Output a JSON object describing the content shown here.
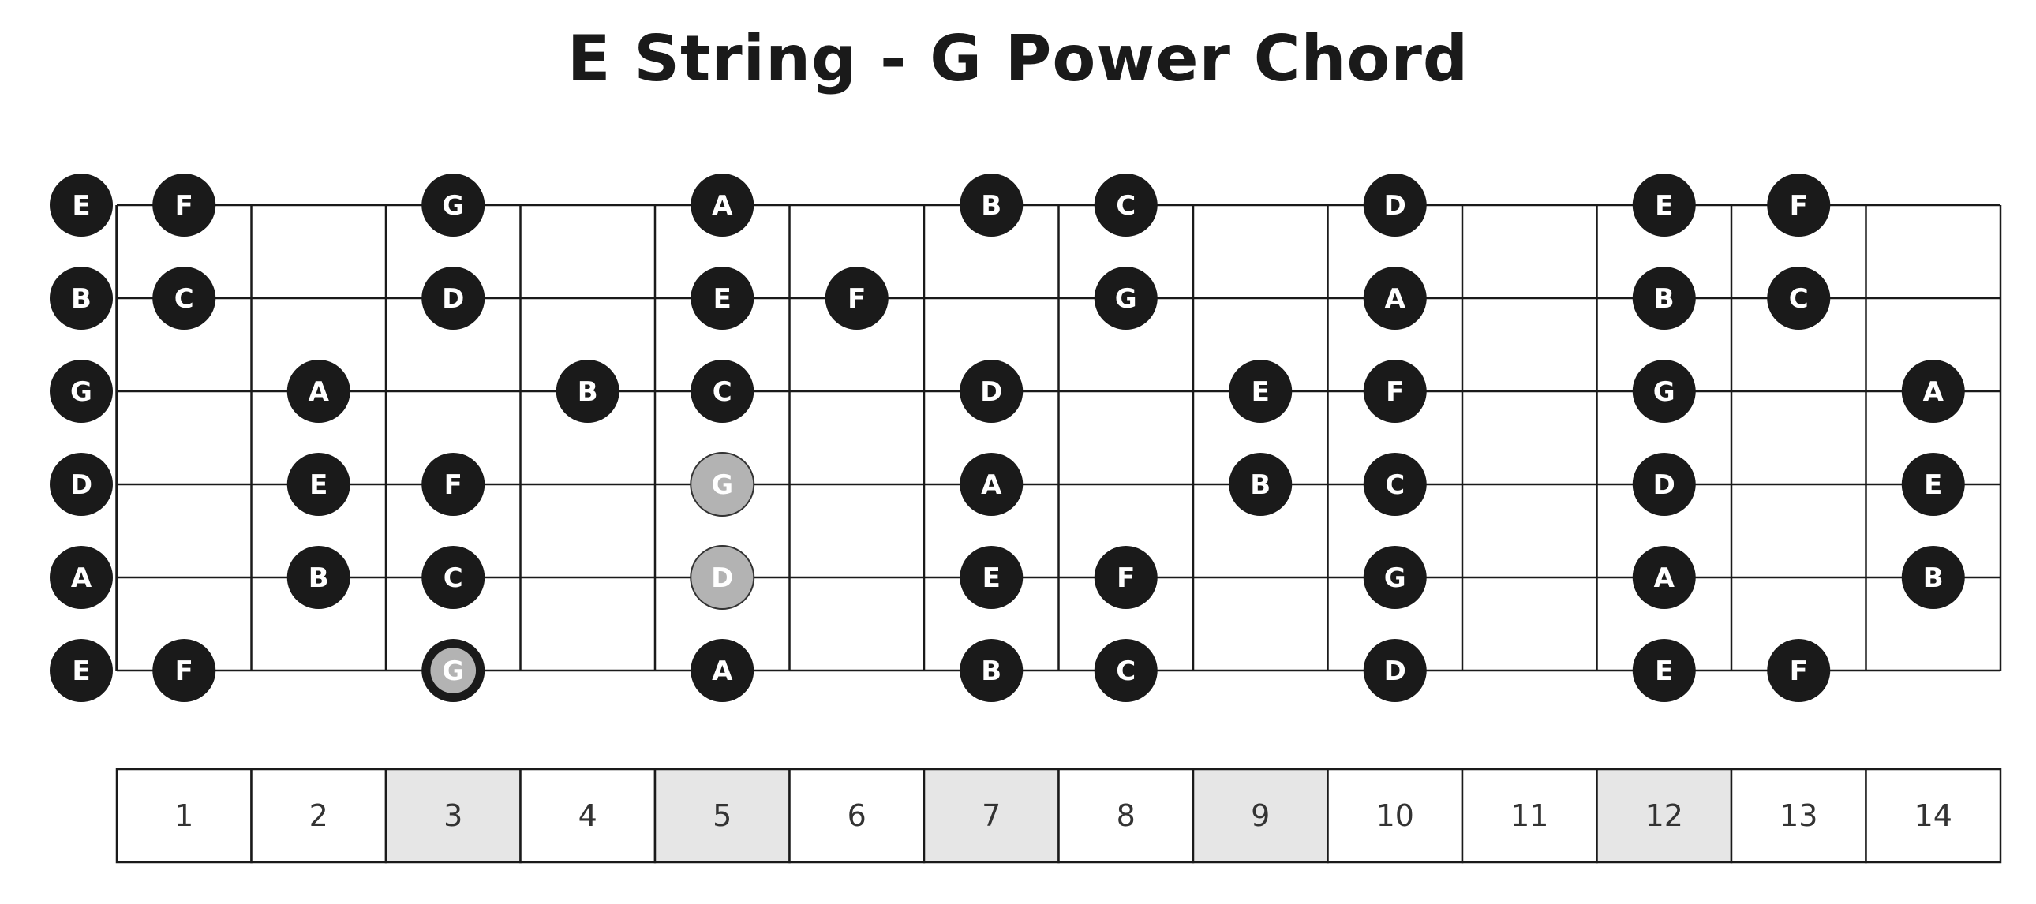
{
  "title": "E String - G Power Chord",
  "strings": [
    {
      "open": "E",
      "notes": [
        {
          "fret": 1,
          "note": "F"
        },
        {
          "fret": 3,
          "note": "G"
        },
        {
          "fret": 5,
          "note": "A"
        },
        {
          "fret": 7,
          "note": "B"
        },
        {
          "fret": 8,
          "note": "C"
        },
        {
          "fret": 10,
          "note": "D"
        },
        {
          "fret": 12,
          "note": "E"
        },
        {
          "fret": 13,
          "note": "F"
        }
      ]
    },
    {
      "open": "B",
      "notes": [
        {
          "fret": 1,
          "note": "C"
        },
        {
          "fret": 3,
          "note": "D"
        },
        {
          "fret": 5,
          "note": "E"
        },
        {
          "fret": 6,
          "note": "F"
        },
        {
          "fret": 8,
          "note": "G"
        },
        {
          "fret": 10,
          "note": "A"
        },
        {
          "fret": 12,
          "note": "B"
        },
        {
          "fret": 13,
          "note": "C"
        }
      ]
    },
    {
      "open": "G",
      "notes": [
        {
          "fret": 2,
          "note": "A"
        },
        {
          "fret": 4,
          "note": "B"
        },
        {
          "fret": 5,
          "note": "C"
        },
        {
          "fret": 7,
          "note": "D"
        },
        {
          "fret": 9,
          "note": "E"
        },
        {
          "fret": 10,
          "note": "F"
        },
        {
          "fret": 12,
          "note": "G"
        },
        {
          "fret": 14,
          "note": "A"
        }
      ]
    },
    {
      "open": "D",
      "notes": [
        {
          "fret": 2,
          "note": "E"
        },
        {
          "fret": 3,
          "note": "F"
        },
        {
          "fret": 5,
          "note": "G",
          "highlight": "gray"
        },
        {
          "fret": 7,
          "note": "A"
        },
        {
          "fret": 9,
          "note": "B"
        },
        {
          "fret": 10,
          "note": "C"
        },
        {
          "fret": 12,
          "note": "D"
        },
        {
          "fret": 14,
          "note": "E"
        }
      ]
    },
    {
      "open": "A",
      "notes": [
        {
          "fret": 2,
          "note": "B"
        },
        {
          "fret": 3,
          "note": "C"
        },
        {
          "fret": 5,
          "note": "D",
          "highlight": "gray"
        },
        {
          "fret": 7,
          "note": "E"
        },
        {
          "fret": 8,
          "note": "F"
        },
        {
          "fret": 10,
          "note": "G"
        },
        {
          "fret": 12,
          "note": "A"
        },
        {
          "fret": 14,
          "note": "B"
        }
      ]
    },
    {
      "open": "E",
      "notes": [
        {
          "fret": 1,
          "note": "F"
        },
        {
          "fret": 3,
          "note": "G",
          "highlight": "root"
        },
        {
          "fret": 5,
          "note": "A"
        },
        {
          "fret": 7,
          "note": "B"
        },
        {
          "fret": 8,
          "note": "C"
        },
        {
          "fret": 10,
          "note": "D"
        },
        {
          "fret": 12,
          "note": "E"
        },
        {
          "fret": 13,
          "note": "F"
        }
      ]
    }
  ],
  "fret_numbers": [
    "1",
    "2",
    "3",
    "4",
    "5",
    "6",
    "7",
    "8",
    "9",
    "10",
    "11",
    "12",
    "13",
    "14"
  ],
  "marker_frets": [
    3,
    5,
    7,
    9,
    12
  ],
  "colors": {
    "note_fill": "#1a1a1a",
    "note_text": "#ffffff",
    "highlight_fill": "#b3b3b3",
    "highlight_stroke": "#333333",
    "root_inner": "#b3b3b3",
    "marker_cell": "#e6e6e6",
    "line": "#1a1a1a"
  }
}
